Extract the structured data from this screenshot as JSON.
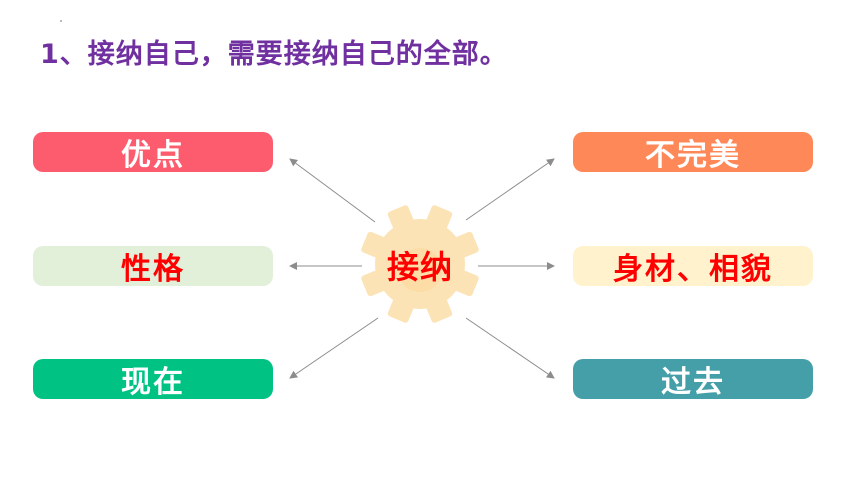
{
  "title": "1、接纳自己，需要接纳自己的全部。",
  "center": {
    "label": "接纳",
    "gear_color": "#fbe3b5",
    "gear_inner_color": "#fdd9a0",
    "label_color": "#ff0000"
  },
  "colors": {
    "title": "#7030a0",
    "arrow": "#8c8c8c"
  },
  "left_items": [
    {
      "label": "优点",
      "bg": "#fd5c6e",
      "fg": "#ffffff"
    },
    {
      "label": "性格",
      "bg": "#e2f0d9",
      "fg": "#ff0000"
    },
    {
      "label": "现在",
      "bg": "#00c383",
      "fg": "#ffffff"
    }
  ],
  "right_items": [
    {
      "label": "不完美",
      "bg": "#ff8859",
      "fg": "#ffffff"
    },
    {
      "label": "身材、相貌",
      "bg": "#fff2cc",
      "fg": "#ff0000"
    },
    {
      "label": "过去",
      "bg": "#449fa9",
      "fg": "#ffffff"
    }
  ]
}
